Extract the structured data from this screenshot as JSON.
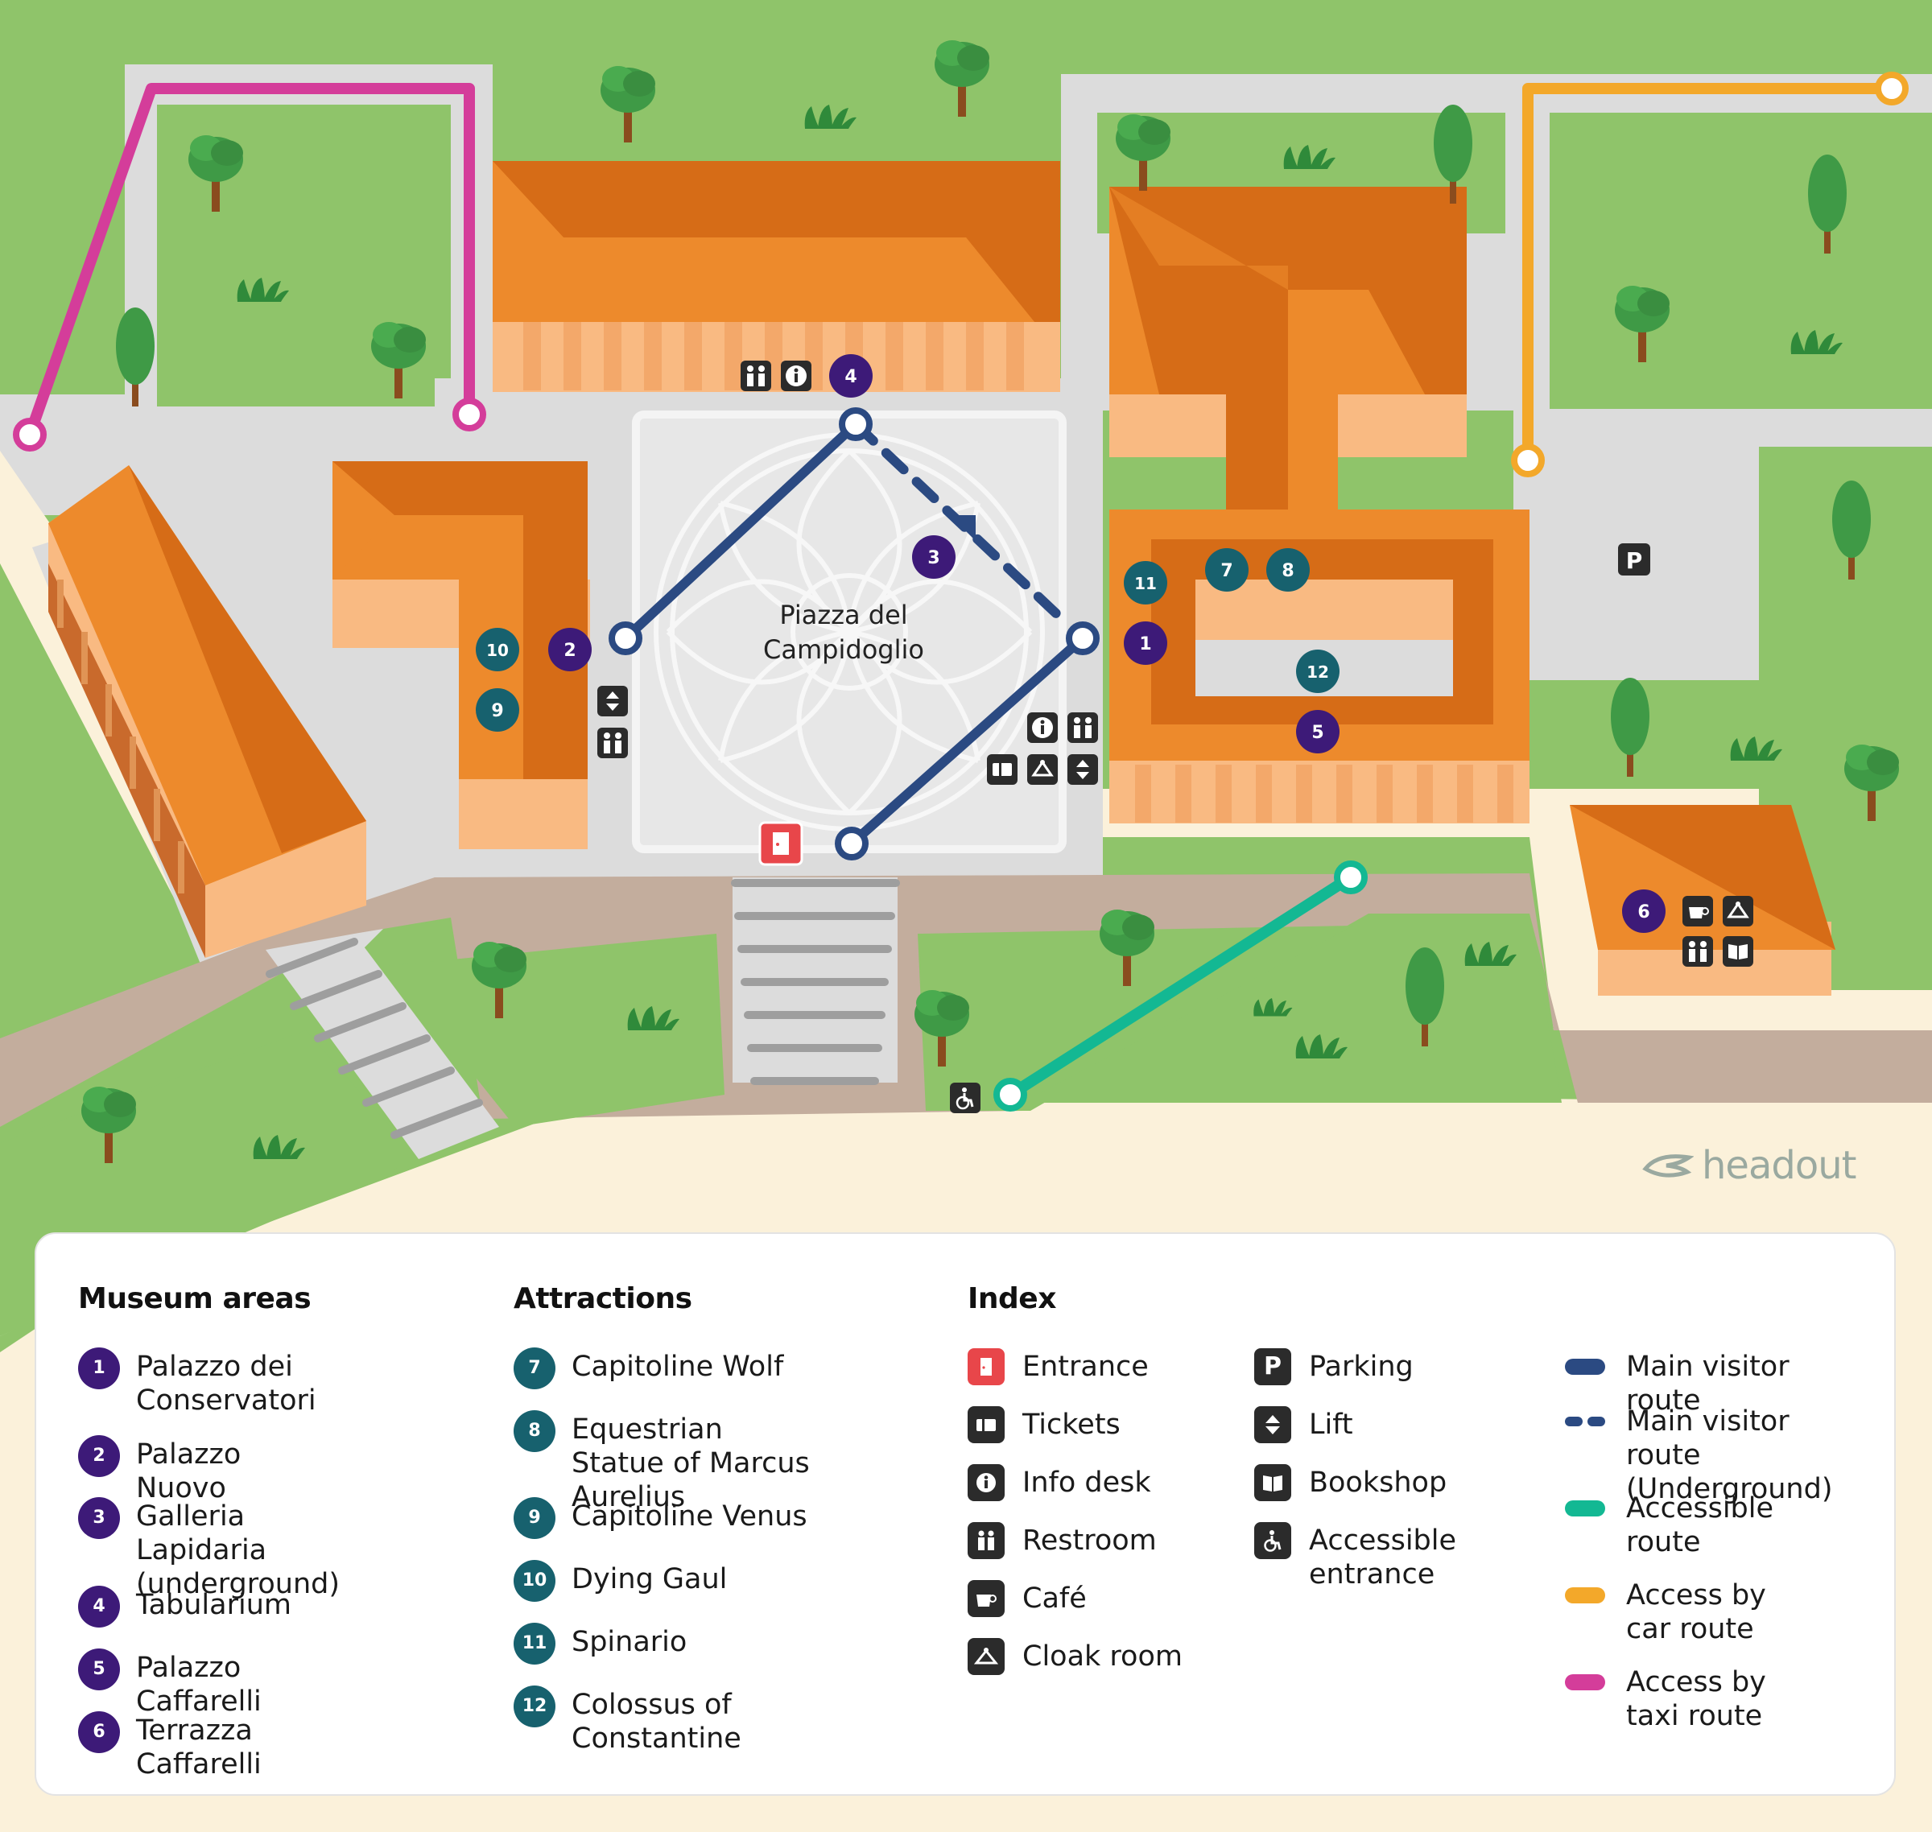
{
  "map": {
    "plaza_label_line1": "Piazza del",
    "plaza_label_line2": "Campidoglio",
    "brand": "headout",
    "markers": {
      "areas": [
        "1",
        "2",
        "3",
        "4",
        "5",
        "6"
      ],
      "attractions": [
        "7",
        "8",
        "9",
        "10",
        "11",
        "12"
      ]
    },
    "colors": {
      "grass": "#8fc46a",
      "path": "#dcdcdc",
      "sand": "#fbf1da",
      "road": "#c3ad9d",
      "roof": "#ed8a2c",
      "roof_dark": "#d66c17",
      "wall": "#f9ba82",
      "area_marker": "#3d1a78",
      "attraction_marker": "#17616e",
      "main_route": "#2b4a82",
      "accessible_route": "#13b893",
      "car_route": "#f3a82a",
      "taxi_route": "#d43d9a",
      "entrance": "#e8464a"
    }
  },
  "legend": {
    "museum_areas": {
      "heading": "Museum areas",
      "items": [
        {
          "num": "1",
          "label": "Palazzo dei Conservatori"
        },
        {
          "num": "2",
          "label": "Palazzo Nuovo"
        },
        {
          "num": "3",
          "label": "Galleria Lapidaria (underground)"
        },
        {
          "num": "4",
          "label": "Tabularium"
        },
        {
          "num": "5",
          "label": "Palazzo Caffarelli"
        },
        {
          "num": "6",
          "label": "Terrazza Caffarelli"
        }
      ]
    },
    "attractions": {
      "heading": "Attractions",
      "items": [
        {
          "num": "7",
          "label": "Capitoline Wolf"
        },
        {
          "num": "8",
          "label": "Equestrian Statue of Marcus Aurelius"
        },
        {
          "num": "9",
          "label": "Capitoline Venus"
        },
        {
          "num": "10",
          "label": "Dying Gaul"
        },
        {
          "num": "11",
          "label": "Spinario"
        },
        {
          "num": "12",
          "label": "Colossus of Constantine"
        }
      ]
    },
    "index": {
      "heading": "Index",
      "items": [
        {
          "icon": "entrance-icon",
          "label": "Entrance"
        },
        {
          "icon": "ticket-icon",
          "label": "Tickets"
        },
        {
          "icon": "info-icon",
          "label": "Info desk"
        },
        {
          "icon": "restroom-icon",
          "label": "Restroom"
        },
        {
          "icon": "cafe-icon",
          "label": "Café"
        },
        {
          "icon": "cloak-room-icon",
          "label": "Cloak room"
        },
        {
          "icon": "parking-icon",
          "label": "Parking"
        },
        {
          "icon": "lift-icon",
          "label": "Lift"
        },
        {
          "icon": "bookshop-icon",
          "label": "Bookshop"
        },
        {
          "icon": "accessible-entrance-icon",
          "label": "Accessible entrance"
        }
      ]
    },
    "routes": [
      {
        "label": "Main visitor route",
        "color": "#2b4a82",
        "style": "solid"
      },
      {
        "label": "Main visitor route (Underground)",
        "color": "#2b4a82",
        "style": "dashed"
      },
      {
        "label": "Accessible route",
        "color": "#13b893",
        "style": "solid"
      },
      {
        "label": "Access by car route",
        "color": "#f3a82a",
        "style": "solid"
      },
      {
        "label": "Access by taxi route",
        "color": "#d43d9a",
        "style": "solid"
      }
    ]
  }
}
